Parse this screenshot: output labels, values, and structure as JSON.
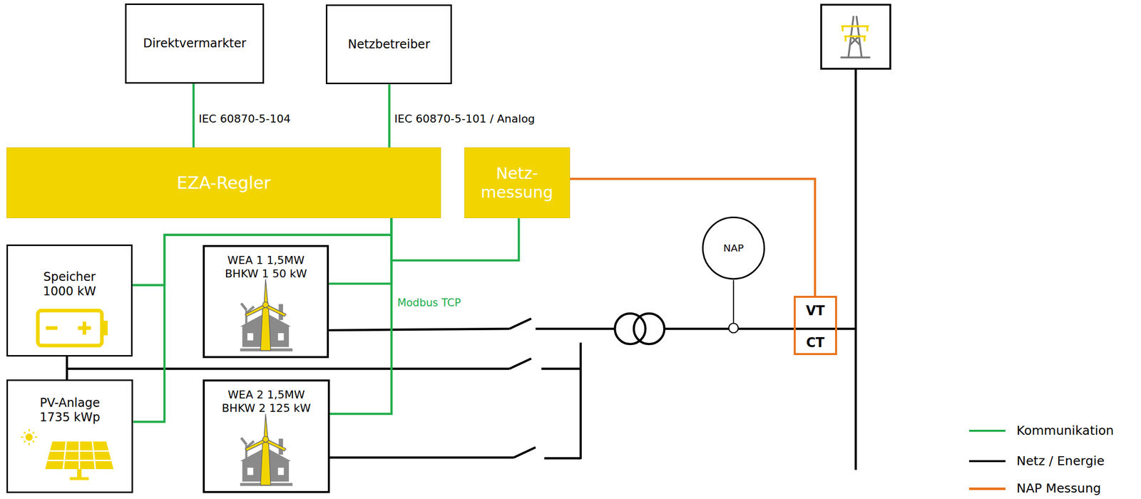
{
  "diagram": {
    "nodes": [
      {
        "text": [
          "Direktvermarkter"
        ]
      },
      {
        "text": [
          "Netzbetreiber"
        ]
      },
      {
        "text": [
          "EZA-Regler"
        ]
      },
      {
        "text": [
          "Netz- messung"
        ]
      },
      {
        "text": [
          "Speicher 1000 kW"
        ]
      },
      {
        "text": [
          "WEA 1 1,5MW",
          "BHKW 1 50 kW"
        ]
      },
      {
        "text": [
          "NAP"
        ]
      },
      {
        "text": [
          "VT",
          "CT"
        ]
      },
      {
        "text": [
          "PV-Anlage 1735 kWp"
        ]
      },
      {
        "text": [
          "WEA 2 1,5MW",
          "BHKW 2 125 kW"
        ]
      }
    ],
    "edges": [
      {
        "from": 0,
        "to": 2,
        "arrow": "none",
        "label": "IEC 60870-5-104"
      },
      {
        "from": 1,
        "to": 2,
        "arrow": "none",
        "label": "IEC 60870-5-101 / Analog"
      },
      {
        "from": 2,
        "to": 4,
        "arrow": "none"
      },
      {
        "from": 2,
        "to": 5,
        "arrow": "none"
      },
      {
        "from": 2,
        "to": 8,
        "arrow": "none"
      },
      {
        "from": 2,
        "to": 9,
        "arrow": "none"
      },
      {
        "from": 2,
        "to": 3,
        "arrow": "none"
      },
      {
        "from": 3,
        "to": 7,
        "arrow": "none"
      }
    ],
    "labels": [
      "Modbus TCP"
    ],
    "legend": [
      {
        "text": "Kommunikation",
        "color": "#21ad4b"
      },
      {
        "text": "Netz / Energie",
        "color": "#000000"
      },
      {
        "text": "NAP Messung",
        "color": "#e8731c"
      }
    ]
  }
}
